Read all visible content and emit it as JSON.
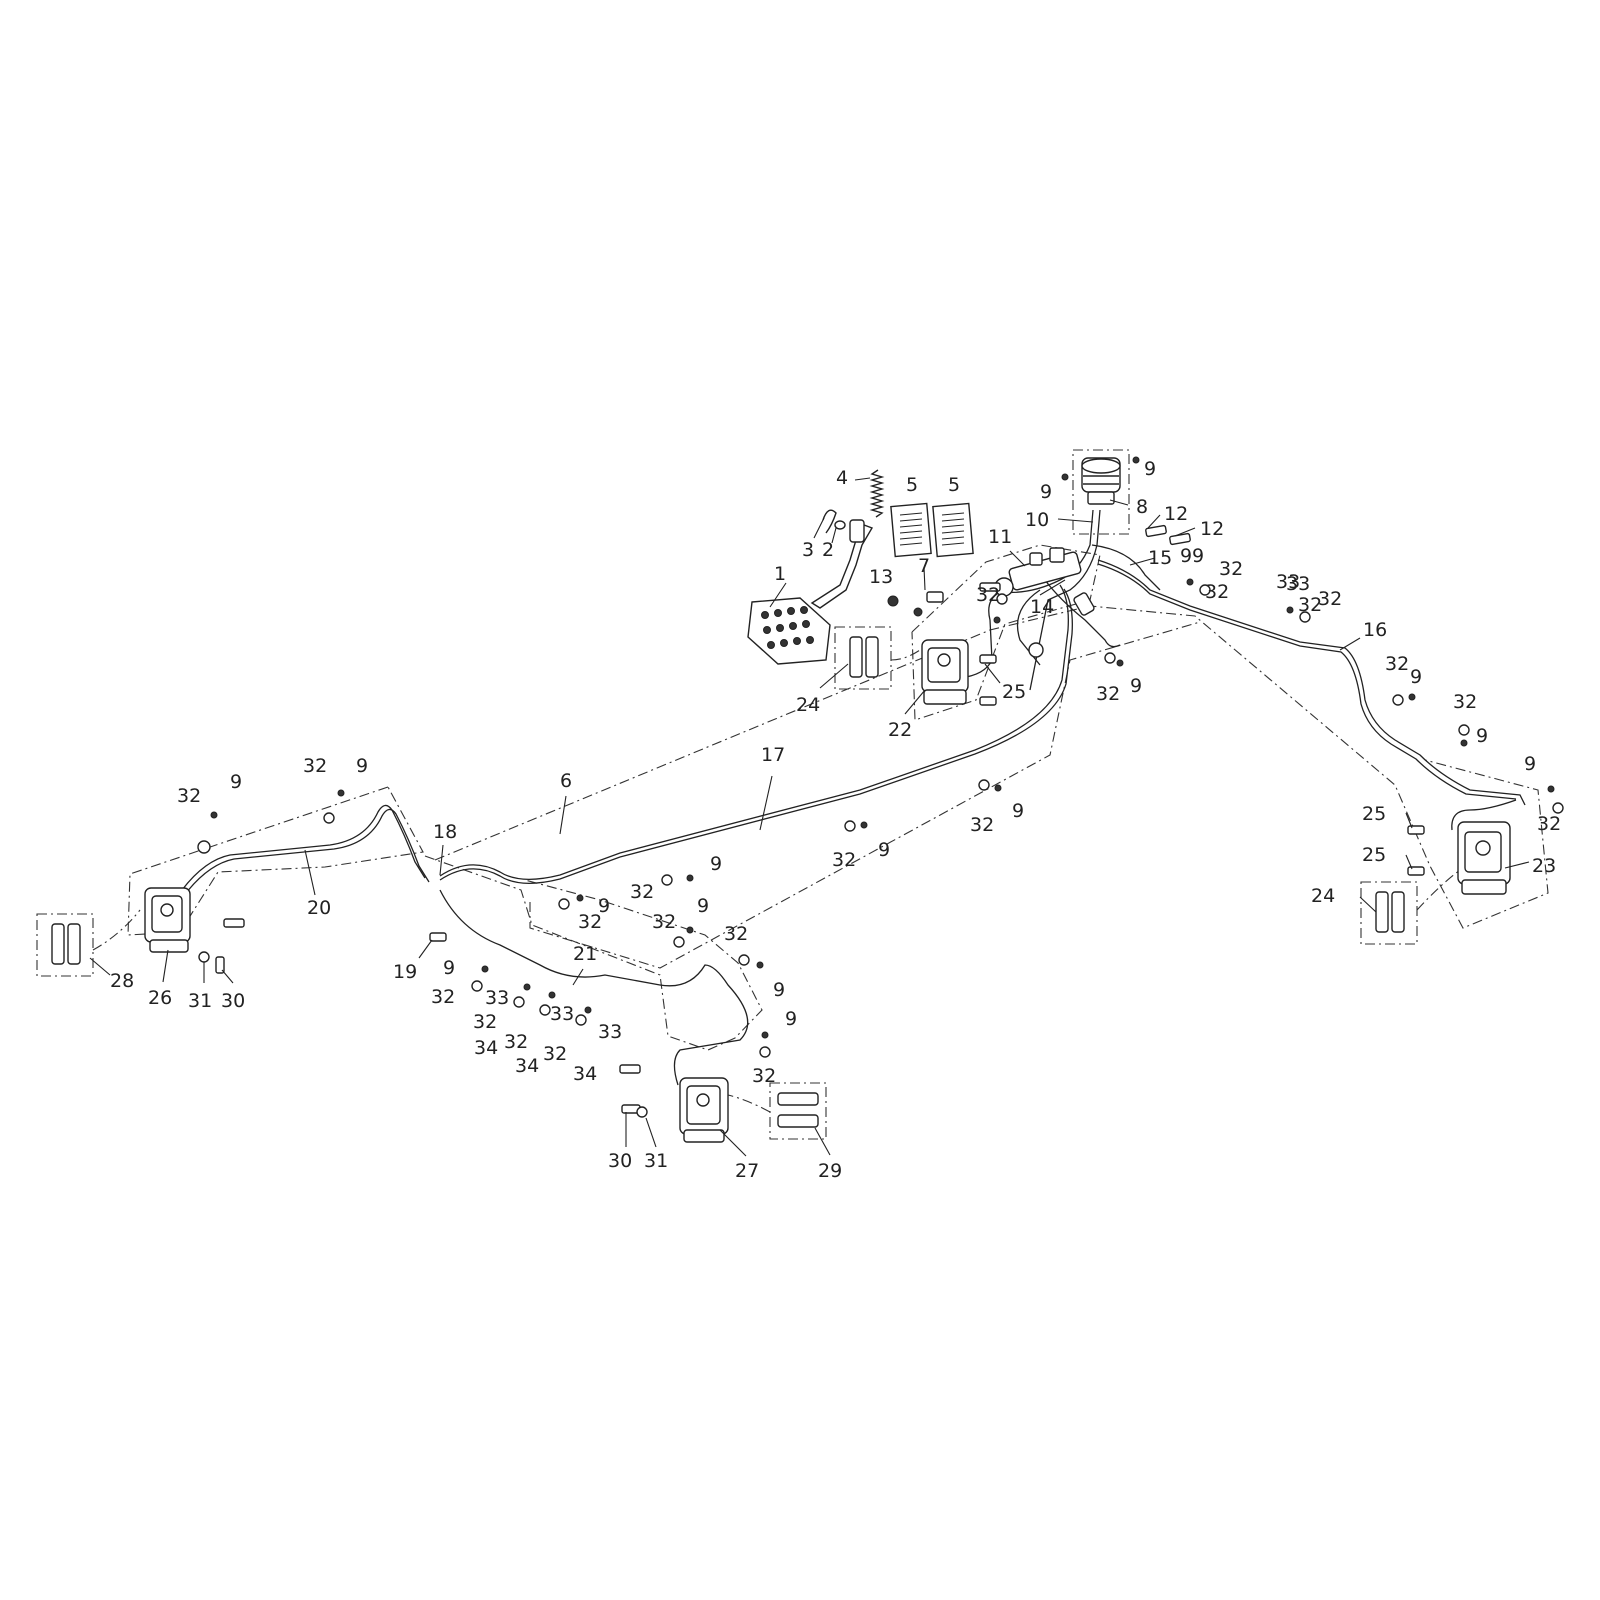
{
  "callouts": [
    {
      "text": "1"
    },
    {
      "text": "2"
    },
    {
      "text": "3"
    },
    {
      "text": "4"
    },
    {
      "text": "5"
    },
    {
      "text": "5"
    },
    {
      "text": "7"
    },
    {
      "text": "8"
    },
    {
      "text": "9"
    },
    {
      "text": "9"
    },
    {
      "text": "10"
    },
    {
      "text": "11"
    },
    {
      "text": "12"
    },
    {
      "text": "12"
    },
    {
      "text": "13"
    },
    {
      "text": "14"
    },
    {
      "text": "15"
    },
    {
      "text": "16"
    },
    {
      "text": "17"
    },
    {
      "text": "6"
    },
    {
      "text": "18"
    },
    {
      "text": "19"
    },
    {
      "text": "20"
    },
    {
      "text": "21"
    },
    {
      "text": "22"
    },
    {
      "text": "23"
    },
    {
      "text": "24"
    },
    {
      "text": "24"
    },
    {
      "text": "25"
    },
    {
      "text": "25"
    },
    {
      "text": "25"
    },
    {
      "text": "26"
    },
    {
      "text": "27"
    },
    {
      "text": "28"
    },
    {
      "text": "29"
    },
    {
      "text": "30"
    },
    {
      "text": "30"
    },
    {
      "text": "31"
    },
    {
      "text": "31"
    },
    {
      "text": "9"
    },
    {
      "text": "32"
    },
    {
      "text": "33"
    },
    {
      "text": "32"
    },
    {
      "text": "9"
    },
    {
      "text": "32"
    },
    {
      "text": "32"
    },
    {
      "text": "9"
    },
    {
      "text": "32"
    },
    {
      "text": "9"
    },
    {
      "text": "32"
    },
    {
      "text": "9"
    },
    {
      "text": "32"
    },
    {
      "text": "9"
    },
    {
      "text": "9"
    },
    {
      "text": "32"
    },
    {
      "text": "32"
    },
    {
      "text": "9"
    },
    {
      "text": "32"
    },
    {
      "text": "9"
    },
    {
      "text": "32"
    },
    {
      "text": "9"
    },
    {
      "text": "32"
    },
    {
      "text": "9"
    },
    {
      "text": "32"
    },
    {
      "text": "9"
    },
    {
      "text": "32"
    },
    {
      "text": "9"
    },
    {
      "text": "9"
    },
    {
      "text": "32"
    },
    {
      "text": "32"
    },
    {
      "text": "9"
    },
    {
      "text": "32"
    },
    {
      "text": "33"
    },
    {
      "text": "32"
    },
    {
      "text": "33"
    },
    {
      "text": "34"
    },
    {
      "text": "32"
    },
    {
      "text": "33"
    },
    {
      "text": "34"
    },
    {
      "text": "32"
    },
    {
      "text": "33"
    },
    {
      "text": "34"
    },
    {
      "text": "32"
    },
    {
      "text": "9"
    },
    {
      "text": "32"
    }
  ]
}
